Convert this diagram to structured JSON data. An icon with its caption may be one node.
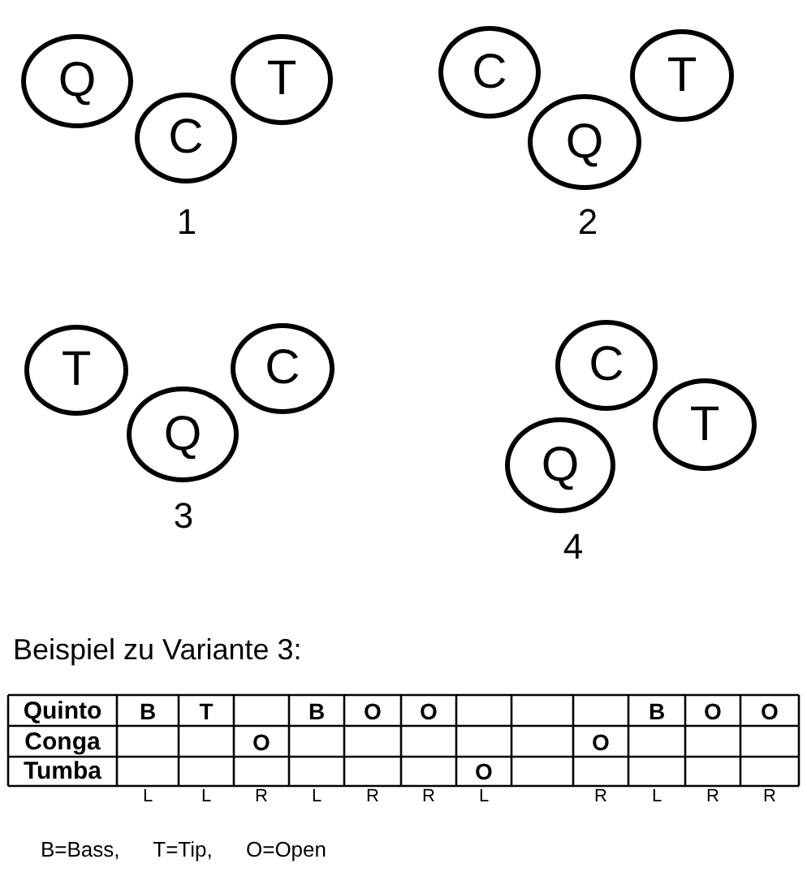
{
  "diagram": {
    "nodes": [
      {
        "text": [
          "Q"
        ]
      },
      {
        "text": [
          "C"
        ]
      },
      {
        "text": [
          "T"
        ]
      },
      {
        "text": [
          "C"
        ]
      },
      {
        "text": [
          "Q"
        ]
      },
      {
        "text": [
          "T"
        ]
      },
      {
        "text": [
          "T"
        ]
      },
      {
        "text": [
          "Q"
        ]
      },
      {
        "text": [
          "C"
        ]
      },
      {
        "text": [
          "Q"
        ]
      },
      {
        "text": [
          "C"
        ]
      },
      {
        "text": [
          "T"
        ]
      }
    ],
    "edges": [],
    "labels": [
      "1",
      "2",
      "3",
      "4",
      "Beispiel zu Variante 3:",
      "Quinto",
      "B",
      "T",
      "B",
      "O",
      "O",
      "B",
      "O",
      "O",
      "Conga",
      "O",
      "O",
      "Tumba",
      "O",
      "L",
      "L",
      "R",
      "L",
      "R",
      "R",
      "L",
      "R",
      "L",
      "R",
      "R",
      "B=Bass, T=Tip, O=Open"
    ]
  }
}
